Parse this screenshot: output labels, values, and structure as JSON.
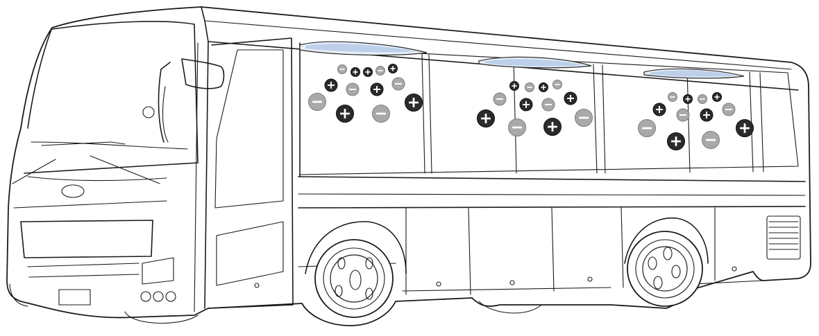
{
  "illustration": {
    "subject": "bus",
    "colors": {
      "outline": "#1a1a1a",
      "positive_charge": "#2b2b2b",
      "negative_charge": "#a9a9a9",
      "roof_vent": "#bcd0ea"
    },
    "symbols": {
      "positive": "+",
      "negative": "−"
    },
    "charge_clusters": [
      {
        "charges": [
          {
            "sign": "negative",
            "size": "small"
          },
          {
            "sign": "positive",
            "size": "small"
          },
          {
            "sign": "positive",
            "size": "small"
          },
          {
            "sign": "negative",
            "size": "small"
          },
          {
            "sign": "positive",
            "size": "small"
          },
          {
            "sign": "positive",
            "size": "medium"
          },
          {
            "sign": "negative",
            "size": "medium"
          },
          {
            "sign": "positive",
            "size": "medium"
          },
          {
            "sign": "negative",
            "size": "medium"
          },
          {
            "sign": "negative",
            "size": "large"
          },
          {
            "sign": "positive",
            "size": "large"
          },
          {
            "sign": "negative",
            "size": "large"
          },
          {
            "sign": "positive",
            "size": "large"
          }
        ]
      },
      {
        "charges": [
          {
            "sign": "positive",
            "size": "small"
          },
          {
            "sign": "negative",
            "size": "small"
          },
          {
            "sign": "positive",
            "size": "small"
          },
          {
            "sign": "negative",
            "size": "small"
          },
          {
            "sign": "negative",
            "size": "medium"
          },
          {
            "sign": "positive",
            "size": "medium"
          },
          {
            "sign": "negative",
            "size": "medium"
          },
          {
            "sign": "positive",
            "size": "medium"
          },
          {
            "sign": "positive",
            "size": "large"
          },
          {
            "sign": "negative",
            "size": "large"
          },
          {
            "sign": "positive",
            "size": "large"
          },
          {
            "sign": "negative",
            "size": "large"
          }
        ]
      },
      {
        "charges": [
          {
            "sign": "negative",
            "size": "small"
          },
          {
            "sign": "positive",
            "size": "small"
          },
          {
            "sign": "negative",
            "size": "small"
          },
          {
            "sign": "positive",
            "size": "small"
          },
          {
            "sign": "positive",
            "size": "medium"
          },
          {
            "sign": "negative",
            "size": "medium"
          },
          {
            "sign": "positive",
            "size": "medium"
          },
          {
            "sign": "negative",
            "size": "medium"
          },
          {
            "sign": "negative",
            "size": "large"
          },
          {
            "sign": "positive",
            "size": "large"
          },
          {
            "sign": "negative",
            "size": "large"
          },
          {
            "sign": "positive",
            "size": "large"
          }
        ]
      }
    ]
  }
}
